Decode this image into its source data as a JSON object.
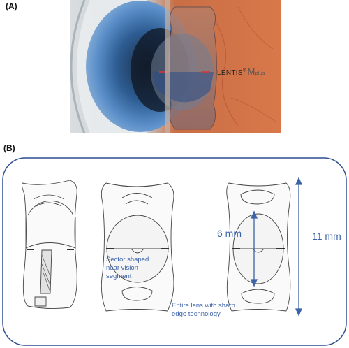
{
  "panel_a_label": "(A)",
  "panel_b_label": "(B)",
  "brand": {
    "name": "LENTIS",
    "reg": "®",
    "m": "M",
    "plus": "plus"
  },
  "annotations": {
    "sector": "Sector shaped near vision segment",
    "edge": "Entire lens with sharp edge technology",
    "optic_diameter": "6 mm",
    "overall_length": "11 mm"
  },
  "colors": {
    "annotation_blue": "#3c63a8",
    "frame_blue": "#2f4f8f",
    "iris_blue": "#5b8fc9",
    "retina_orange": "#d9774a",
    "line_gray": "#555555"
  }
}
